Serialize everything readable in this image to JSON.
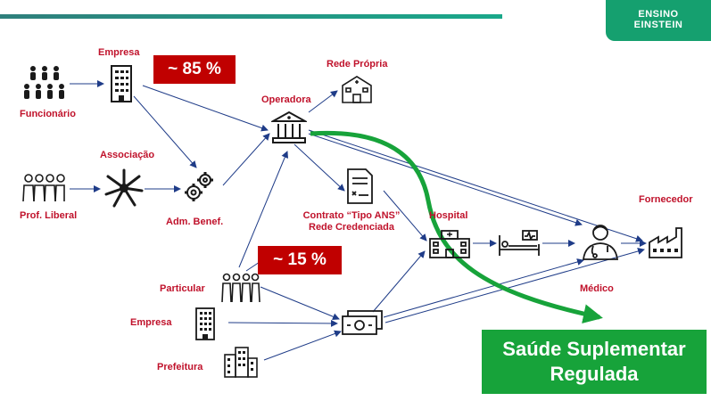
{
  "brand": {
    "line1": "ENSINO",
    "line2": "EINSTEIN",
    "color": "#15a06f"
  },
  "nodes": {
    "funcionario": "Funcionário",
    "empresa_top": "Empresa",
    "associacao": "Associação",
    "prof_liberal": "Prof. Liberal",
    "adm_benef": "Adm. Benef.",
    "operadora": "Operadora",
    "rede_propria": "Rede Própria",
    "contrato_line1": "Contrato “Tipo ANS”",
    "contrato_line2": "Rede Credenciada",
    "hospital": "Hospital",
    "fornecedor": "Fornecedor",
    "medico": "Médico",
    "particular": "Particular",
    "empresa_bottom": "Empresa",
    "prefeitura": "Prefeitura"
  },
  "badges": {
    "top": "~ 85 %",
    "bottom": "~ 15 %",
    "color": "#c00000"
  },
  "result": {
    "line1": "Saúde Suplementar",
    "line2": "Regulada",
    "color": "#17a33a"
  },
  "colors": {
    "label": "#c0122b",
    "arrow": "#1f3c88",
    "highlight": "#17a33a"
  }
}
